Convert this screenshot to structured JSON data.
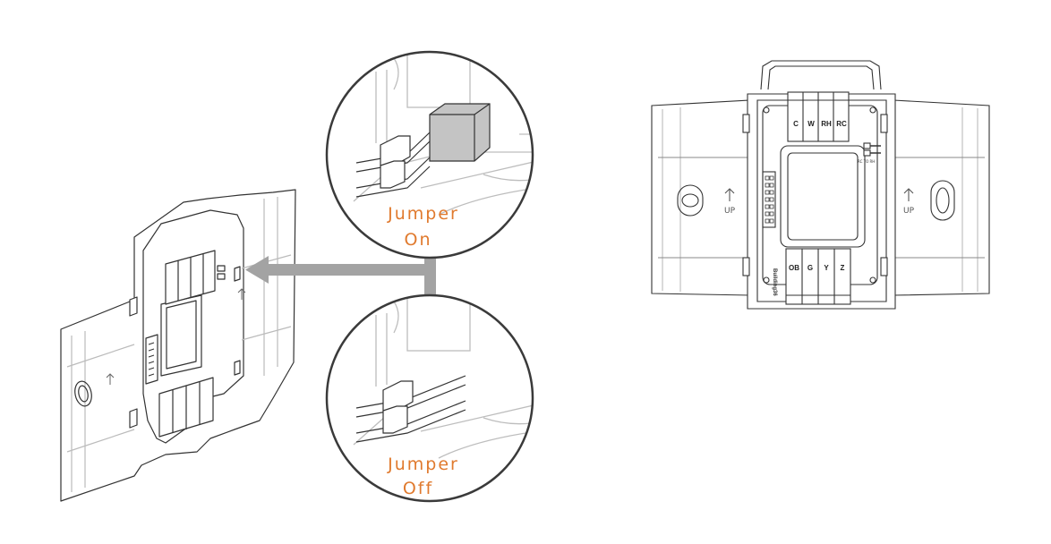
{
  "jumper_on_label": [
    "Jumper",
    "On"
  ],
  "jumper_off_label": [
    "Jumper",
    "Off"
  ],
  "terminals_top": [
    "C",
    "W",
    "RH",
    "RC"
  ],
  "terminals_bottom": [
    "OB",
    "G",
    "Y",
    "Z"
  ],
  "up_label": "UP",
  "brand_text": "Building36",
  "jumper_text": "RC TO RH",
  "colors": {
    "accent": "#e07a2e",
    "arrow": "#a3a3a3",
    "jumper_block": "#c4c4c4",
    "line": "#333333"
  }
}
